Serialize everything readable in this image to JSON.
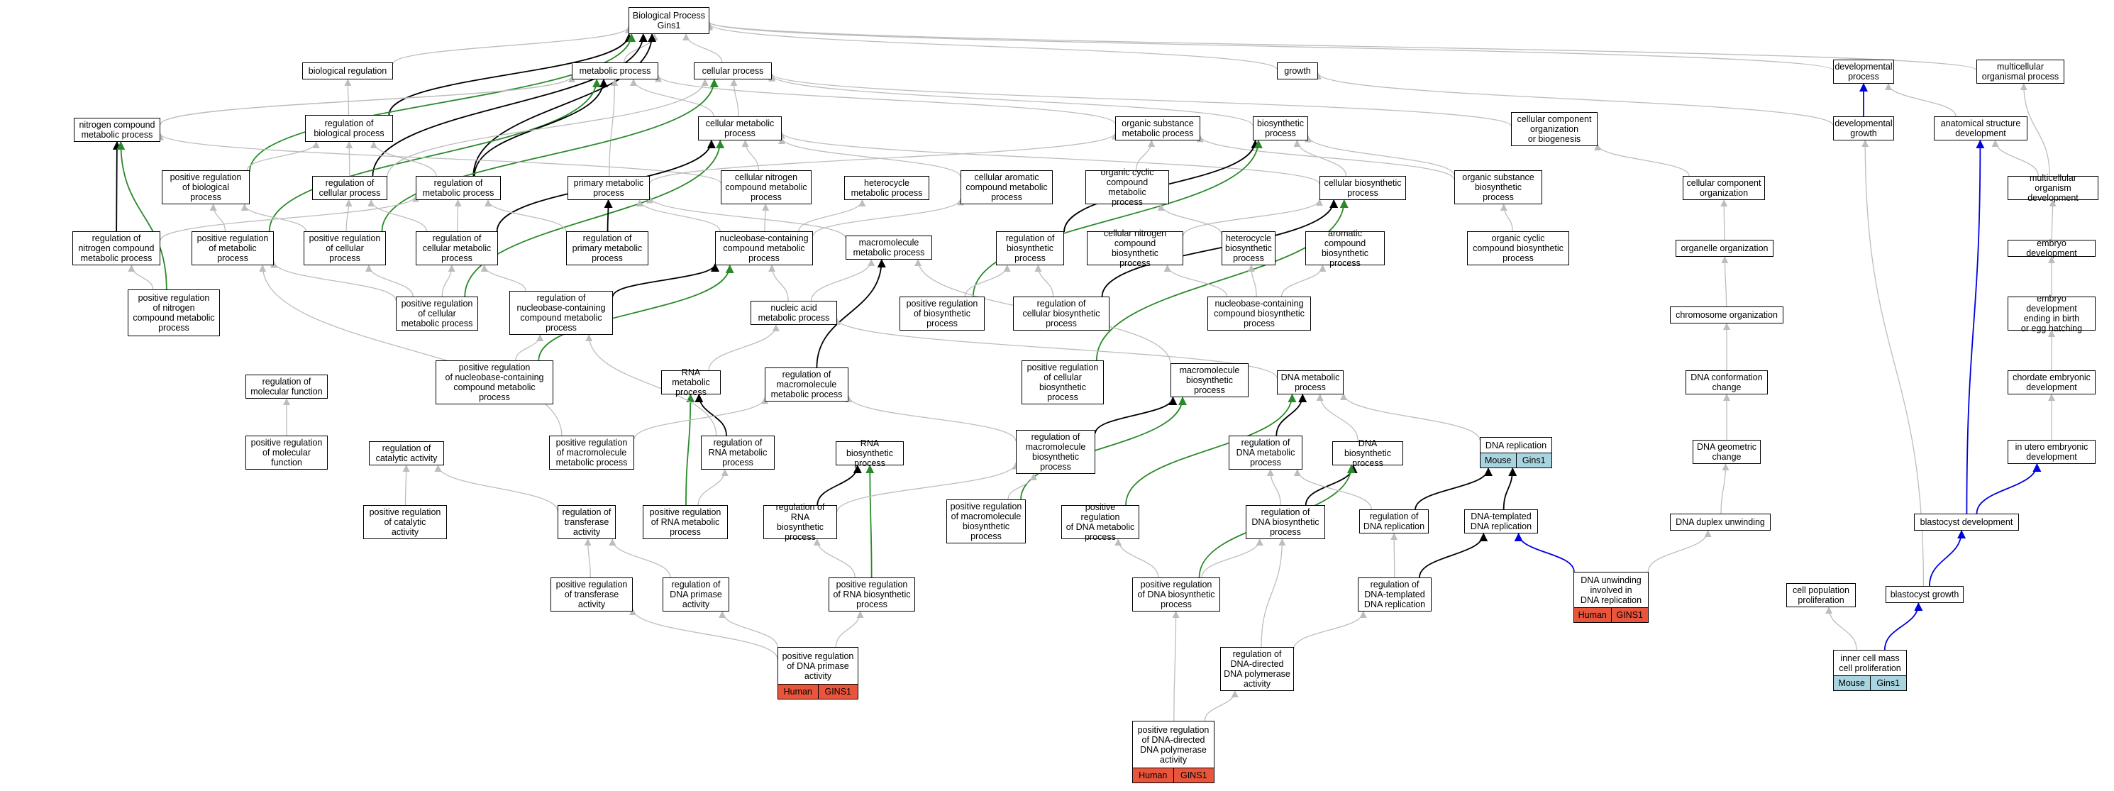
{
  "colors": {
    "gray_edge": "#bdbdbd",
    "black_edge": "#000000",
    "green_edge": "#2a8a2a",
    "blue_edge": "#0000dd",
    "human_tag": "#e8553c",
    "mouse_tag": "#a8d4e0"
  },
  "nodes": [
    {
      "id": "bp",
      "label": "Biological Process\nGins1"
    },
    {
      "id": "bioreg",
      "label": "biological regulation"
    },
    {
      "id": "metproc",
      "label": "metabolic process"
    },
    {
      "id": "cellproc",
      "label": "cellular process"
    },
    {
      "id": "growth",
      "label": "growth"
    },
    {
      "id": "devproc",
      "label": "developmental\nprocess"
    },
    {
      "id": "multiorg",
      "label": "multicellular\norganismal process"
    },
    {
      "id": "ncmp",
      "label": "nitrogen compound\nmetabolic process"
    },
    {
      "id": "regbio",
      "label": "regulation of\nbiological process"
    },
    {
      "id": "cellmet",
      "label": "cellular metabolic\nprocess"
    },
    {
      "id": "orgsub",
      "label": "organic substance\nmetabolic process"
    },
    {
      "id": "biosyn",
      "label": "biosynthetic\nprocess"
    },
    {
      "id": "ccobio",
      "label": "cellular component\norganization\nor biogenesis"
    },
    {
      "id": "devgrowth",
      "label": "developmental\ngrowth"
    },
    {
      "id": "anatdev",
      "label": "anatomical structure\ndevelopment"
    },
    {
      "id": "posregbio",
      "label": "positive regulation\nof biological\nprocess"
    },
    {
      "id": "regcellproc",
      "label": "regulation of\ncellular process"
    },
    {
      "id": "regmet",
      "label": "regulation of\nmetabolic process"
    },
    {
      "id": "primmet",
      "label": "primary metabolic\nprocess"
    },
    {
      "id": "cncmp",
      "label": "cellular nitrogen\ncompound metabolic\nprocess"
    },
    {
      "id": "hetmet",
      "label": "heterocycle\nmetabolic process"
    },
    {
      "id": "camp",
      "label": "cellular aromatic\ncompound metabolic\nprocess"
    },
    {
      "id": "occmp",
      "label": "organic cyclic\ncompound metabolic\nprocess"
    },
    {
      "id": "cellbio",
      "label": "cellular biosynthetic\nprocess"
    },
    {
      "id": "osbio",
      "label": "organic substance\nbiosynthetic\nprocess"
    },
    {
      "id": "ccorg",
      "label": "cellular component\norganization"
    },
    {
      "id": "multidev",
      "label": "multicellular\norganism development"
    },
    {
      "id": "regncmp",
      "label": "regulation of\nnitrogen compound\nmetabolic process"
    },
    {
      "id": "posregmet",
      "label": "positive regulation\nof metabolic\nprocess"
    },
    {
      "id": "posregcell",
      "label": "positive regulation\nof cellular\nprocess"
    },
    {
      "id": "regcellmet",
      "label": "regulation of\ncellular metabolic\nprocess"
    },
    {
      "id": "regprimmet",
      "label": "regulation of\nprimary metabolic\nprocess"
    },
    {
      "id": "nbcmp",
      "label": "nucleobase-containing\ncompound metabolic\nprocess"
    },
    {
      "id": "macromet",
      "label": "macromolecule\nmetabolic process"
    },
    {
      "id": "regbiosyn",
      "label": "regulation of\nbiosynthetic\nprocess"
    },
    {
      "id": "cncbio",
      "label": "cellular nitrogen\ncompound biosynthetic\nprocess"
    },
    {
      "id": "hetbio",
      "label": "heterocycle\nbiosynthetic\nprocess"
    },
    {
      "id": "acbio",
      "label": "aromatic compound\nbiosynthetic\nprocess"
    },
    {
      "id": "occbio",
      "label": "organic cyclic\ncompound biosynthetic\nprocess"
    },
    {
      "id": "orgorg",
      "label": "organelle organization"
    },
    {
      "id": "embdev",
      "label": "embryo development"
    },
    {
      "id": "posregncmp",
      "label": "positive regulation\nof nitrogen\ncompound metabolic\nprocess"
    },
    {
      "id": "posregcellmet",
      "label": "positive regulation\nof cellular\nmetabolic process"
    },
    {
      "id": "regnbcmp",
      "label": "regulation of\nnucleobase-containing\ncompound metabolic\nprocess"
    },
    {
      "id": "namet",
      "label": "nucleic acid\nmetabolic process"
    },
    {
      "id": "posregbiosyn",
      "label": "positive regulation\nof biosynthetic\nprocess"
    },
    {
      "id": "regcellbio",
      "label": "regulation of\ncellular biosynthetic\nprocess"
    },
    {
      "id": "nbcbio",
      "label": "nucleobase-containing\ncompound biosynthetic\nprocess"
    },
    {
      "id": "chromorg",
      "label": "chromosome organization"
    },
    {
      "id": "embdevend",
      "label": "embryo development\nending in birth\nor egg hatching"
    },
    {
      "id": "regmolfunc",
      "label": "regulation of\nmolecular function"
    },
    {
      "id": "posregnbcmp",
      "label": "positive regulation\nof nucleobase-containing\ncompound metabolic\nprocess"
    },
    {
      "id": "rnamet",
      "label": "RNA metabolic\nprocess"
    },
    {
      "id": "regmacromet",
      "label": "regulation of\nmacromolecule\nmetabolic process"
    },
    {
      "id": "posregcellbio",
      "label": "positive regulation\nof cellular\nbiosynthetic\nprocess"
    },
    {
      "id": "macrobio",
      "label": "macromolecule\nbiosynthetic\nprocess"
    },
    {
      "id": "dnamet",
      "label": "DNA metabolic\nprocess"
    },
    {
      "id": "dnaconf",
      "label": "DNA conformation\nchange"
    },
    {
      "id": "chordev",
      "label": "chordate embryonic\ndevelopment"
    },
    {
      "id": "posregmolfunc",
      "label": "positive regulation\nof molecular\nfunction"
    },
    {
      "id": "regcat",
      "label": "regulation of\ncatalytic activity"
    },
    {
      "id": "posregmacromet",
      "label": "positive regulation\nof macromolecule\nmetabolic process"
    },
    {
      "id": "regrnamet",
      "label": "regulation of\nRNA metabolic\nprocess"
    },
    {
      "id": "rnabio",
      "label": "RNA biosynthetic\nprocess"
    },
    {
      "id": "regmacrobio",
      "label": "regulation of\nmacromolecule\nbiosynthetic\nprocess"
    },
    {
      "id": "regdnamet",
      "label": "regulation of\nDNA metabolic\nprocess"
    },
    {
      "id": "dnabio",
      "label": "DNA biosynthetic\nprocess"
    },
    {
      "id": "dnarep",
      "label": "DNA replication",
      "tags": [
        {
          "kind": "mouse",
          "text": "Mouse"
        },
        {
          "kind": "mouse",
          "text": "Gins1"
        }
      ]
    },
    {
      "id": "dnageo",
      "label": "DNA geometric\nchange"
    },
    {
      "id": "inutero",
      "label": "in utero embryonic\ndevelopment"
    },
    {
      "id": "posregcat",
      "label": "positive regulation\nof catalytic\nactivity"
    },
    {
      "id": "regtrans",
      "label": "regulation of\ntransferase\nactivity"
    },
    {
      "id": "posregrnamet",
      "label": "positive regulation\nof RNA metabolic\nprocess"
    },
    {
      "id": "regrnabio",
      "label": "regulation of\nRNA biosynthetic\nprocess"
    },
    {
      "id": "posregmacrobio",
      "label": "positive regulation\nof macromolecule\nbiosynthetic\nprocess"
    },
    {
      "id": "posregdnamet",
      "label": "positive regulation\nof DNA metabolic\nprocess"
    },
    {
      "id": "regdnabio",
      "label": "regulation of\nDNA biosynthetic\nprocess"
    },
    {
      "id": "regdnarep",
      "label": "regulation of\nDNA replication"
    },
    {
      "id": "dnatemp",
      "label": "DNA-templated\nDNA replication"
    },
    {
      "id": "dnaduplex",
      "label": "DNA duplex unwinding"
    },
    {
      "id": "blastdev",
      "label": "blastocyst development"
    },
    {
      "id": "posregtrans",
      "label": "positive regulation\nof transferase\nactivity"
    },
    {
      "id": "regdnaprim",
      "label": "regulation of\nDNA primase\nactivity"
    },
    {
      "id": "posregrnabio",
      "label": "positive regulation\nof RNA biosynthetic\nprocess"
    },
    {
      "id": "posregdnabio",
      "label": "positive regulation\nof DNA biosynthetic\nprocess"
    },
    {
      "id": "regdnatemp",
      "label": "regulation of\nDNA-templated\nDNA replication"
    },
    {
      "id": "dnaunw",
      "label": "DNA unwinding\ninvolved in\nDNA replication",
      "tags": [
        {
          "kind": "human",
          "text": "Human"
        },
        {
          "kind": "human",
          "text": "GINS1"
        }
      ]
    },
    {
      "id": "cellpop",
      "label": "cell population\nproliferation"
    },
    {
      "id": "blastgrowth",
      "label": "blastocyst growth"
    },
    {
      "id": "posregdnaprim",
      "label": "positive regulation\nof DNA primase\nactivity",
      "tags": [
        {
          "kind": "human",
          "text": "Human"
        },
        {
          "kind": "human",
          "text": "GINS1"
        }
      ]
    },
    {
      "id": "regdnadir",
      "label": "regulation of\nDNA-directed\nDNA polymerase\nactivity"
    },
    {
      "id": "icm",
      "label": "inner cell mass\ncell proliferation",
      "tags": [
        {
          "kind": "mouse",
          "text": "Mouse"
        },
        {
          "kind": "mouse",
          "text": "Gins1"
        }
      ]
    },
    {
      "id": "posregdnadir",
      "label": "positive regulation\nof DNA-directed\nDNA polymerase\nactivity",
      "tags": [
        {
          "kind": "human",
          "text": "Human"
        },
        {
          "kind": "human",
          "text": "GINS1"
        }
      ]
    }
  ],
  "edges": [
    [
      "bioreg",
      "bp",
      "gray"
    ],
    [
      "metproc",
      "bp",
      "gray"
    ],
    [
      "cellproc",
      "bp",
      "gray"
    ],
    [
      "growth",
      "bp",
      "gray"
    ],
    [
      "devproc",
      "bp",
      "gray"
    ],
    [
      "multiorg",
      "bp",
      "gray"
    ],
    [
      "regbio",
      "bp",
      "black"
    ],
    [
      "posregbio",
      "bp",
      "green"
    ],
    [
      "regcellproc",
      "bp",
      "black"
    ],
    [
      "regmet",
      "bp",
      "black"
    ],
    [
      "regbio",
      "bioreg",
      "gray"
    ],
    [
      "ncmp",
      "metproc",
      "gray"
    ],
    [
      "cellmet",
      "metproc",
      "gray"
    ],
    [
      "orgsub",
      "metproc",
      "gray"
    ],
    [
      "primmet",
      "metproc",
      "gray"
    ],
    [
      "posregmet",
      "metproc",
      "green"
    ],
    [
      "regmet",
      "metproc",
      "black"
    ],
    [
      "cellmet",
      "cellproc",
      "gray"
    ],
    [
      "biosyn",
      "cellproc",
      "gray"
    ],
    [
      "ccobio",
      "cellproc",
      "gray"
    ],
    [
      "regcellproc",
      "cellproc",
      "gray"
    ],
    [
      "posregcell",
      "cellproc",
      "green"
    ],
    [
      "devgrowth",
      "growth",
      "gray"
    ],
    [
      "devgrowth",
      "devproc",
      "blue"
    ],
    [
      "anatdev",
      "devproc",
      "gray"
    ],
    [
      "multidev",
      "multiorg",
      "gray"
    ],
    [
      "ncmp",
      "metproc",
      "gray"
    ],
    [
      "regncmp",
      "ncmp",
      "black"
    ],
    [
      "posregncmp",
      "ncmp",
      "green"
    ],
    [
      "cncmp",
      "ncmp",
      "gray"
    ],
    [
      "posregbio",
      "regbio",
      "gray"
    ],
    [
      "regcellproc",
      "regbio",
      "gray"
    ],
    [
      "regmet",
      "regbio",
      "gray"
    ],
    [
      "cncmp",
      "cellmet",
      "gray"
    ],
    [
      "camp",
      "cellmet",
      "gray"
    ],
    [
      "cellbio",
      "cellmet",
      "gray"
    ],
    [
      "regcellmet",
      "cellmet",
      "black"
    ],
    [
      "posregcellmet",
      "cellmet",
      "green"
    ],
    [
      "occmp",
      "orgsub",
      "gray"
    ],
    [
      "primmet",
      "orgsub",
      "gray"
    ],
    [
      "osbio",
      "orgsub",
      "gray"
    ],
    [
      "cellbio",
      "biosyn",
      "gray"
    ],
    [
      "osbio",
      "biosyn",
      "gray"
    ],
    [
      "regbiosyn",
      "biosyn",
      "black"
    ],
    [
      "posregbiosyn",
      "biosyn",
      "green"
    ],
    [
      "ccorg",
      "ccobio",
      "gray"
    ],
    [
      "blastgrowth",
      "devgrowth",
      "gray"
    ],
    [
      "multidev",
      "anatdev",
      "gray"
    ],
    [
      "blastdev",
      "anatdev",
      "blue"
    ],
    [
      "posregmet",
      "posregbio",
      "gray"
    ],
    [
      "posregcell",
      "posregbio",
      "gray"
    ],
    [
      "posregcell",
      "regcellproc",
      "gray"
    ],
    [
      "regcellmet",
      "regcellproc",
      "gray"
    ],
    [
      "regncmp",
      "regmet",
      "gray"
    ],
    [
      "regcellmet",
      "regmet",
      "gray"
    ],
    [
      "regprimmet",
      "regmet",
      "gray"
    ],
    [
      "regprimmet",
      "primmet",
      "black"
    ],
    [
      "nbcmp",
      "primmet",
      "gray"
    ],
    [
      "macromet",
      "primmet",
      "gray"
    ],
    [
      "nbcmp",
      "cncmp",
      "gray"
    ],
    [
      "nbcmp",
      "hetmet",
      "gray"
    ],
    [
      "nbcmp",
      "camp",
      "gray"
    ],
    [
      "hetbio",
      "occmp",
      "gray"
    ],
    [
      "cncbio",
      "cellbio",
      "gray"
    ],
    [
      "regcellbio",
      "cellbio",
      "black"
    ],
    [
      "posregcellbio",
      "cellbio",
      "green"
    ],
    [
      "occbio",
      "osbio",
      "gray"
    ],
    [
      "orgorg",
      "ccorg",
      "gray"
    ],
    [
      "embdev",
      "multidev",
      "gray"
    ],
    [
      "posregncmp",
      "regncmp",
      "gray"
    ],
    [
      "posregcellmet",
      "posregmet",
      "gray"
    ],
    [
      "posregcellmet",
      "posregcell",
      "gray"
    ],
    [
      "posregcellmet",
      "regcellmet",
      "gray"
    ],
    [
      "regnbcmp",
      "regcellmet",
      "gray"
    ],
    [
      "regnbcmp",
      "nbcmp",
      "black"
    ],
    [
      "posregnbcmp",
      "nbcmp",
      "green"
    ],
    [
      "namet",
      "nbcmp",
      "gray"
    ],
    [
      "namet",
      "macromet",
      "gray"
    ],
    [
      "regmacromet",
      "macromet",
      "black"
    ],
    [
      "macrobio",
      "macromet",
      "gray"
    ],
    [
      "regcellbio",
      "regbiosyn",
      "gray"
    ],
    [
      "posregbiosyn",
      "regbiosyn",
      "gray"
    ],
    [
      "nbcbio",
      "cncbio",
      "gray"
    ],
    [
      "nbcbio",
      "hetbio",
      "gray"
    ],
    [
      "nbcbio",
      "acbio",
      "gray"
    ],
    [
      "chromorg",
      "orgorg",
      "gray"
    ],
    [
      "embdevend",
      "embdev",
      "gray"
    ],
    [
      "posregnbcmp",
      "regnbcmp",
      "gray"
    ],
    [
      "rnamet",
      "namet",
      "gray"
    ],
    [
      "dnamet",
      "namet",
      "gray"
    ],
    [
      "regrnamet",
      "rnamet",
      "black"
    ],
    [
      "posregrnamet",
      "rnamet",
      "green"
    ],
    [
      "regmacrobio",
      "macrobio",
      "black"
    ],
    [
      "posregmacrobio",
      "macrobio",
      "green"
    ],
    [
      "dnaconf",
      "chromorg",
      "gray"
    ],
    [
      "chordev",
      "embdevend",
      "gray"
    ],
    [
      "regdnamet",
      "dnamet",
      "black"
    ],
    [
      "posregdnamet",
      "dnamet",
      "green"
    ],
    [
      "dnarep",
      "dnamet",
      "gray"
    ],
    [
      "posregmolfunc",
      "regmolfunc",
      "gray"
    ],
    [
      "posregcat",
      "regcat",
      "gray"
    ],
    [
      "regtrans",
      "regcat",
      "gray"
    ],
    [
      "posregrnamet",
      "regrnamet",
      "gray"
    ],
    [
      "regrnabio",
      "rnabio",
      "black"
    ],
    [
      "posregrnabio",
      "rnabio",
      "green"
    ],
    [
      "regdnabio",
      "dnabio",
      "black"
    ],
    [
      "posregdnabio",
      "dnabio",
      "green"
    ],
    [
      "dnabio",
      "dnamet",
      "gray"
    ],
    [
      "dnatemp",
      "dnarep",
      "black"
    ],
    [
      "regdnarep",
      "dnarep",
      "black"
    ],
    [
      "dnageo",
      "dnaconf",
      "gray"
    ],
    [
      "inutero",
      "chordev",
      "gray"
    ],
    [
      "blastdev",
      "inutero",
      "blue"
    ],
    [
      "posregtrans",
      "regtrans",
      "gray"
    ],
    [
      "regdnaprim",
      "regtrans",
      "gray"
    ],
    [
      "regdnatemp",
      "regdnarep",
      "gray"
    ],
    [
      "regdnatemp",
      "dnatemp",
      "black"
    ],
    [
      "dnaunw",
      "dnatemp",
      "blue"
    ],
    [
      "dnaduplex",
      "dnageo",
      "gray"
    ],
    [
      "blastgrowth",
      "blastdev",
      "blue"
    ],
    [
      "posregdnaprim",
      "regdnaprim",
      "gray"
    ],
    [
      "posregdnaprim",
      "posregtrans",
      "gray"
    ],
    [
      "posregdnaprim",
      "posregrnabio",
      "gray"
    ],
    [
      "regdnadir",
      "regdnatemp",
      "gray"
    ],
    [
      "regdnadir",
      "regdnabio",
      "gray"
    ],
    [
      "icm",
      "blastgrowth",
      "blue"
    ],
    [
      "icm",
      "cellpop",
      "gray"
    ],
    [
      "posregdnadir",
      "regdnadir",
      "gray"
    ],
    [
      "posregdnadir",
      "posregdnabio",
      "gray"
    ],
    [
      "posregdnabio",
      "regdnabio",
      "gray"
    ],
    [
      "posregrnabio",
      "regrnabio",
      "gray"
    ],
    [
      "regrnabio",
      "regmacrobio",
      "gray"
    ],
    [
      "posregmacrobio",
      "regmacrobio",
      "gray"
    ],
    [
      "regdnabio",
      "regdnamet",
      "gray"
    ],
    [
      "posregdnabio",
      "posregdnamet",
      "gray"
    ],
    [
      "regmacrobio",
      "regmacromet",
      "gray"
    ],
    [
      "posregmacromet",
      "regmacromet",
      "gray"
    ],
    [
      "regrnamet",
      "regnbcmp",
      "gray"
    ],
    [
      "posregmacromet",
      "posregmet",
      "gray"
    ],
    [
      "regdnarep",
      "regdnamet",
      "gray"
    ],
    [
      "dnaunw",
      "dnaduplex",
      "gray"
    ]
  ]
}
